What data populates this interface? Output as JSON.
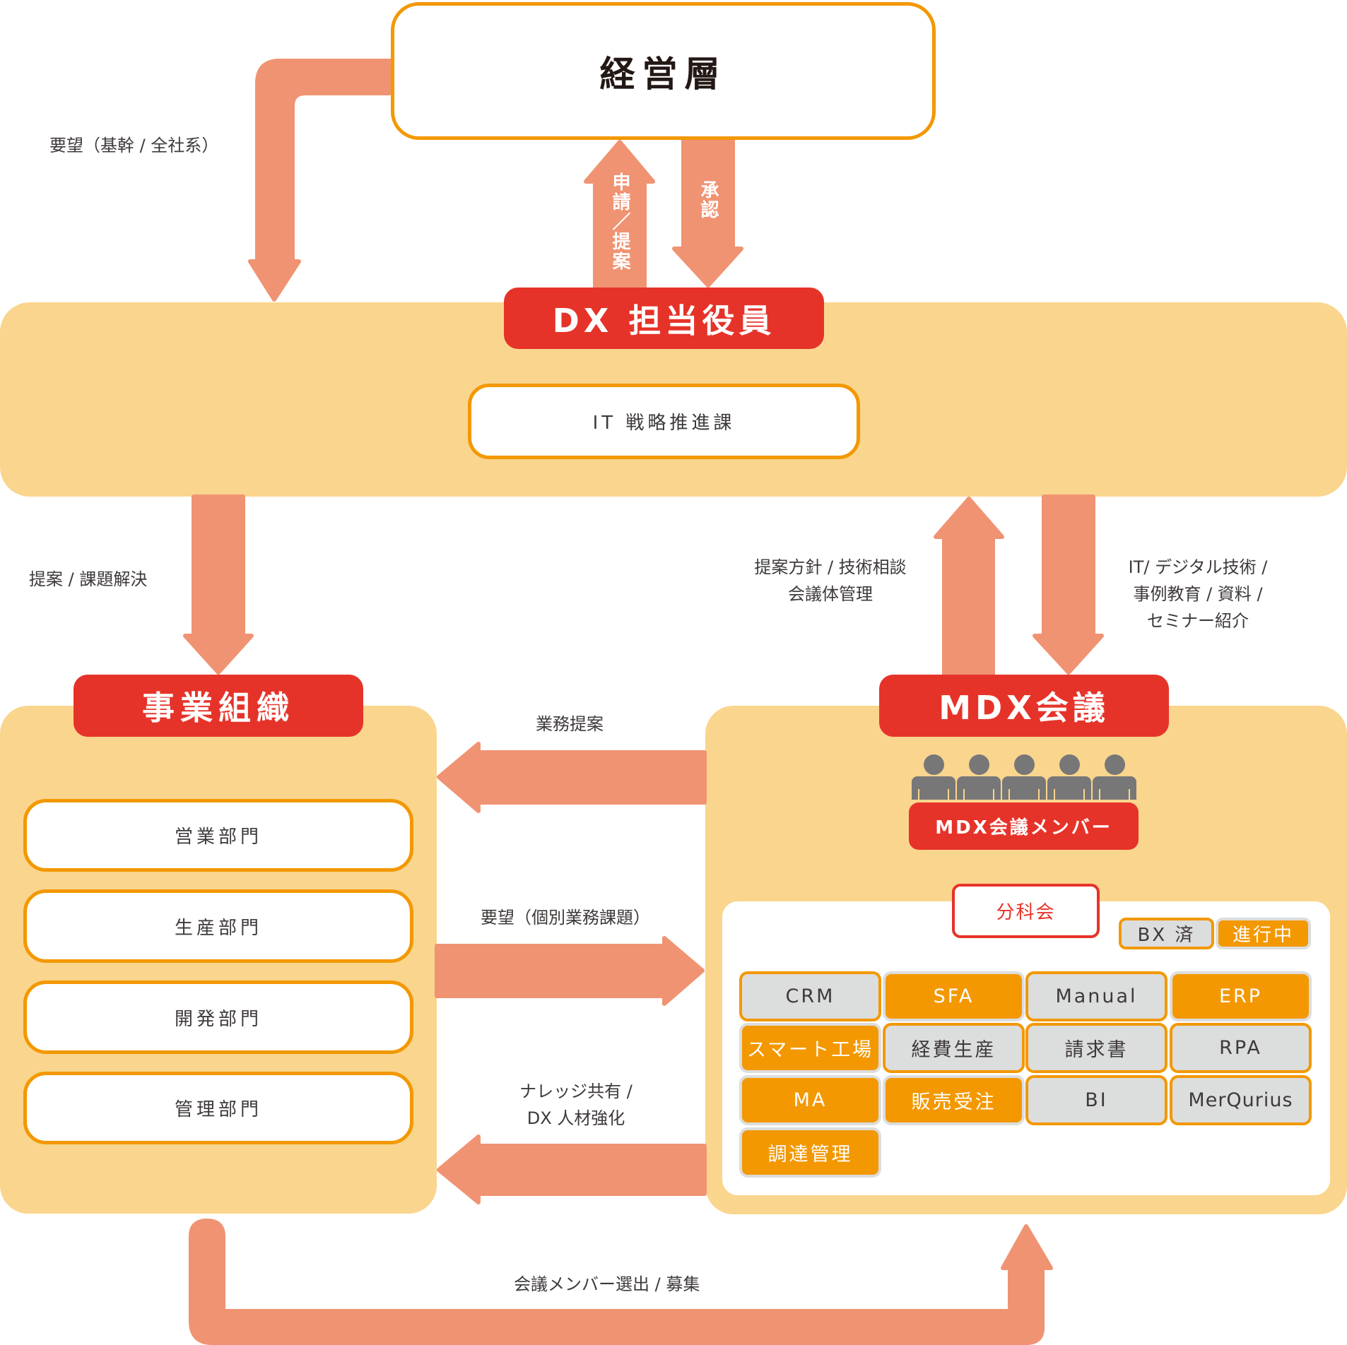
{
  "colors": {
    "band": "#fad58e",
    "arrow": "#f09372",
    "label_red": "#e63329",
    "border_orange": "#f39800",
    "tile_gray": "#dcdddd",
    "person_gray": "#777777",
    "text": "#3e3a39"
  },
  "management": {
    "title": "経営層"
  },
  "dx_officer": {
    "label": "DX 担当役員",
    "unit": "IT 戦略推進課"
  },
  "flows": {
    "request_core": "要望（基幹 / 全社系）",
    "apply_propose": "申請／提案",
    "approve": "承認",
    "propose_solve": "提案 / 課題解決",
    "policy_line1": "提案方針 / 技術相談",
    "policy_line2": "会議体管理",
    "it_line1": "IT/ デジタル技術 /",
    "it_line2": "事例教育 / 資料 /",
    "it_line3": "セミナー紹介",
    "business_proposal": "業務提案",
    "request_individual": "要望（個別業務課題）",
    "knowledge_line1": "ナレッジ共有 /",
    "knowledge_line2": "DX 人材強化",
    "member_selection": "会議メンバー選出 / 募集"
  },
  "business_org": {
    "label": "事業組織",
    "departments": [
      "営業部門",
      "生産部門",
      "開発部門",
      "管理部門"
    ]
  },
  "mdx": {
    "label": "MDX会議",
    "members_icon": "people-group-icon",
    "member_count": 5,
    "members_label": "MDX会議メンバー",
    "subcommittee": {
      "label": "分科会",
      "legend": [
        {
          "label": "BX 済",
          "status": "done"
        },
        {
          "label": "進行中",
          "status": "in-progress"
        }
      ],
      "items": [
        {
          "label": "CRM",
          "status": "done"
        },
        {
          "label": "SFA",
          "status": "in-progress"
        },
        {
          "label": "Manual",
          "status": "done"
        },
        {
          "label": "ERP",
          "status": "in-progress"
        },
        {
          "label": "スマート工場",
          "status": "in-progress"
        },
        {
          "label": "経費生産",
          "status": "done"
        },
        {
          "label": "請求書",
          "status": "done"
        },
        {
          "label": "RPA",
          "status": "done"
        },
        {
          "label": "MA",
          "status": "in-progress"
        },
        {
          "label": "販売受注",
          "status": "in-progress"
        },
        {
          "label": "BI",
          "status": "done"
        },
        {
          "label": "MerQurius",
          "status": "done"
        },
        {
          "label": "調達管理",
          "status": "in-progress"
        }
      ]
    }
  }
}
